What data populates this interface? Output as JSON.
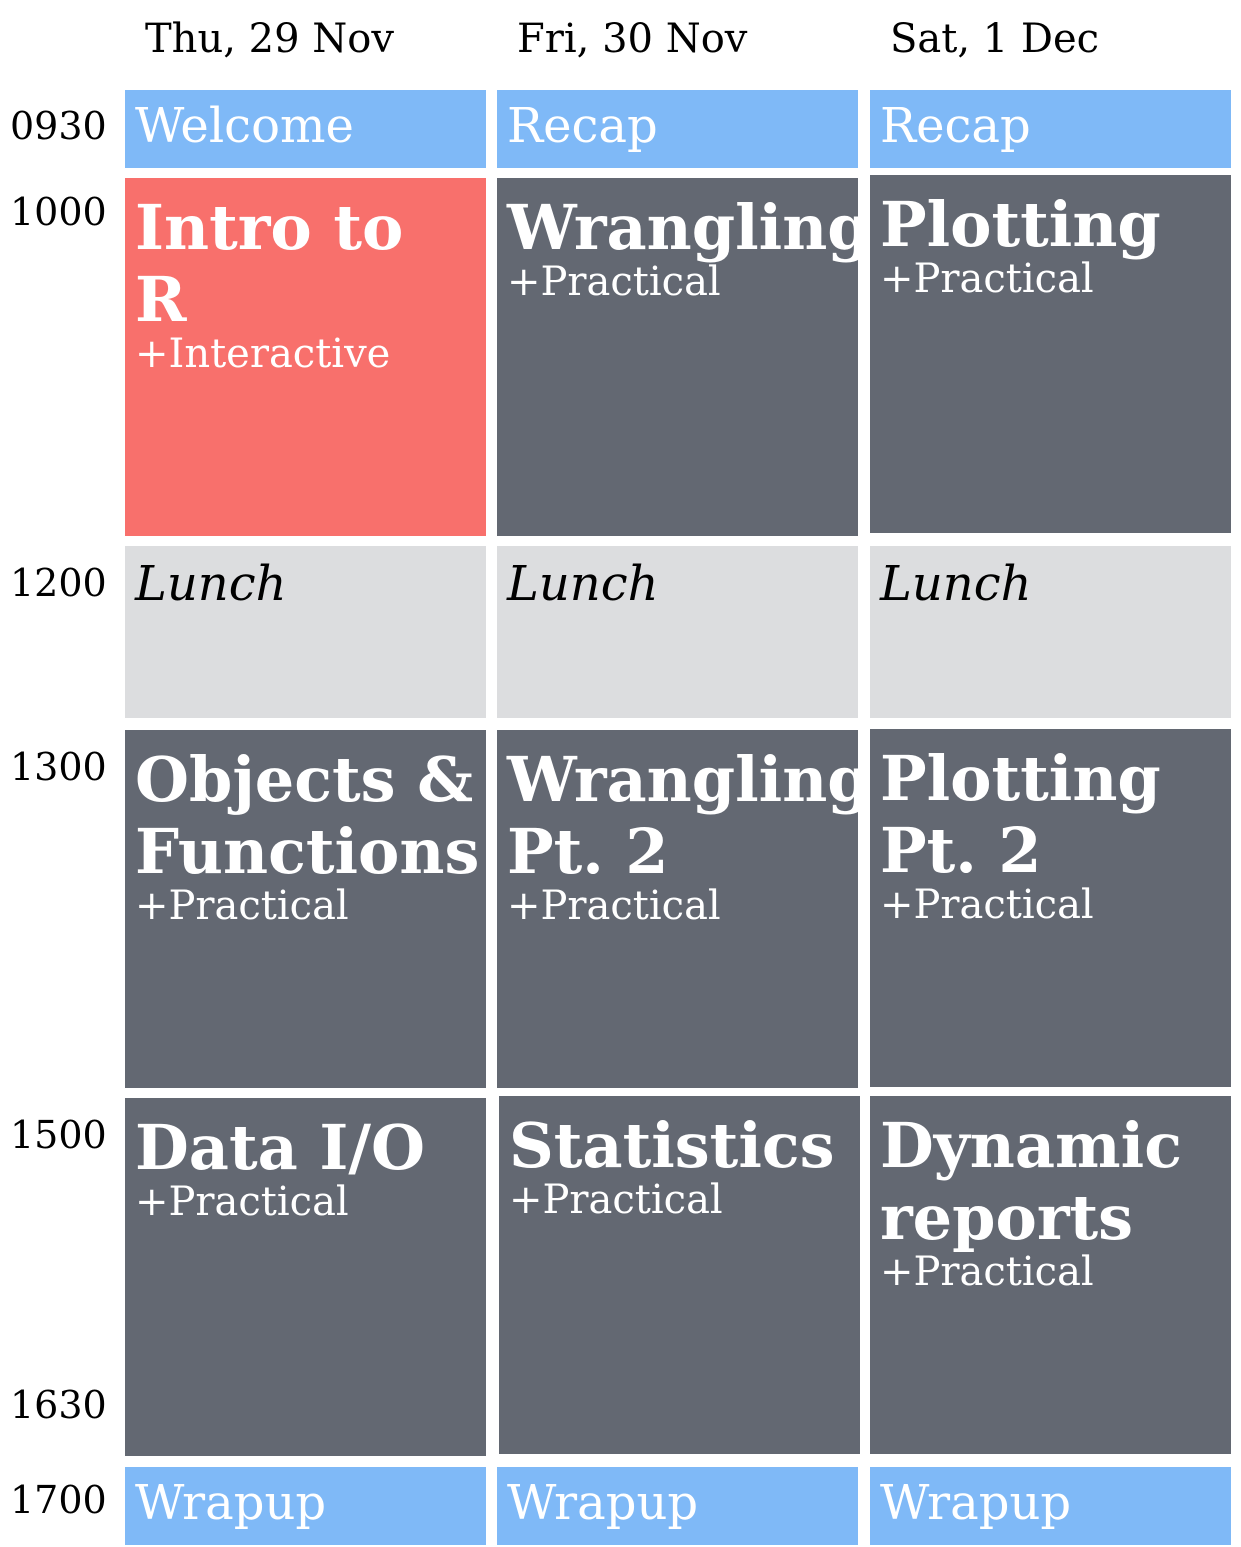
{
  "days": [
    "Thu, 29 Nov",
    "Fri, 30 Nov",
    "Sat, 1 Dec"
  ],
  "times": [
    "0930",
    "1000",
    "1200",
    "1300",
    "1500",
    "1630",
    "1700"
  ],
  "sessions": {
    "welcome": "Welcome",
    "recap": "Recap",
    "lunch": "Lunch",
    "wrapup": "Wrapup",
    "intro_r": {
      "title": "Intro to R",
      "sub": "+Interactive"
    },
    "wrangling": {
      "title": "Wrangling",
      "sub": "+Practical"
    },
    "plotting": {
      "title": "Plotting",
      "sub": "+Practical"
    },
    "objects_line1": "Objects &",
    "objects_line2": "Functions",
    "wrangling2_line1": "Wrangling",
    "wrangling2_line2": "Pt. 2",
    "plotting2_line1": "Plotting",
    "plotting2_line2": "Pt. 2",
    "data_io": "Data I/O",
    "statistics": "Statistics",
    "dynamic_line1": "Dynamic",
    "dynamic_line2": "reports",
    "practical": "+Practical"
  },
  "colors": {
    "plenary": "#7fb9f7",
    "interactive": "#f8706c",
    "practical": "#636872",
    "lunch": "#dcdddf"
  }
}
